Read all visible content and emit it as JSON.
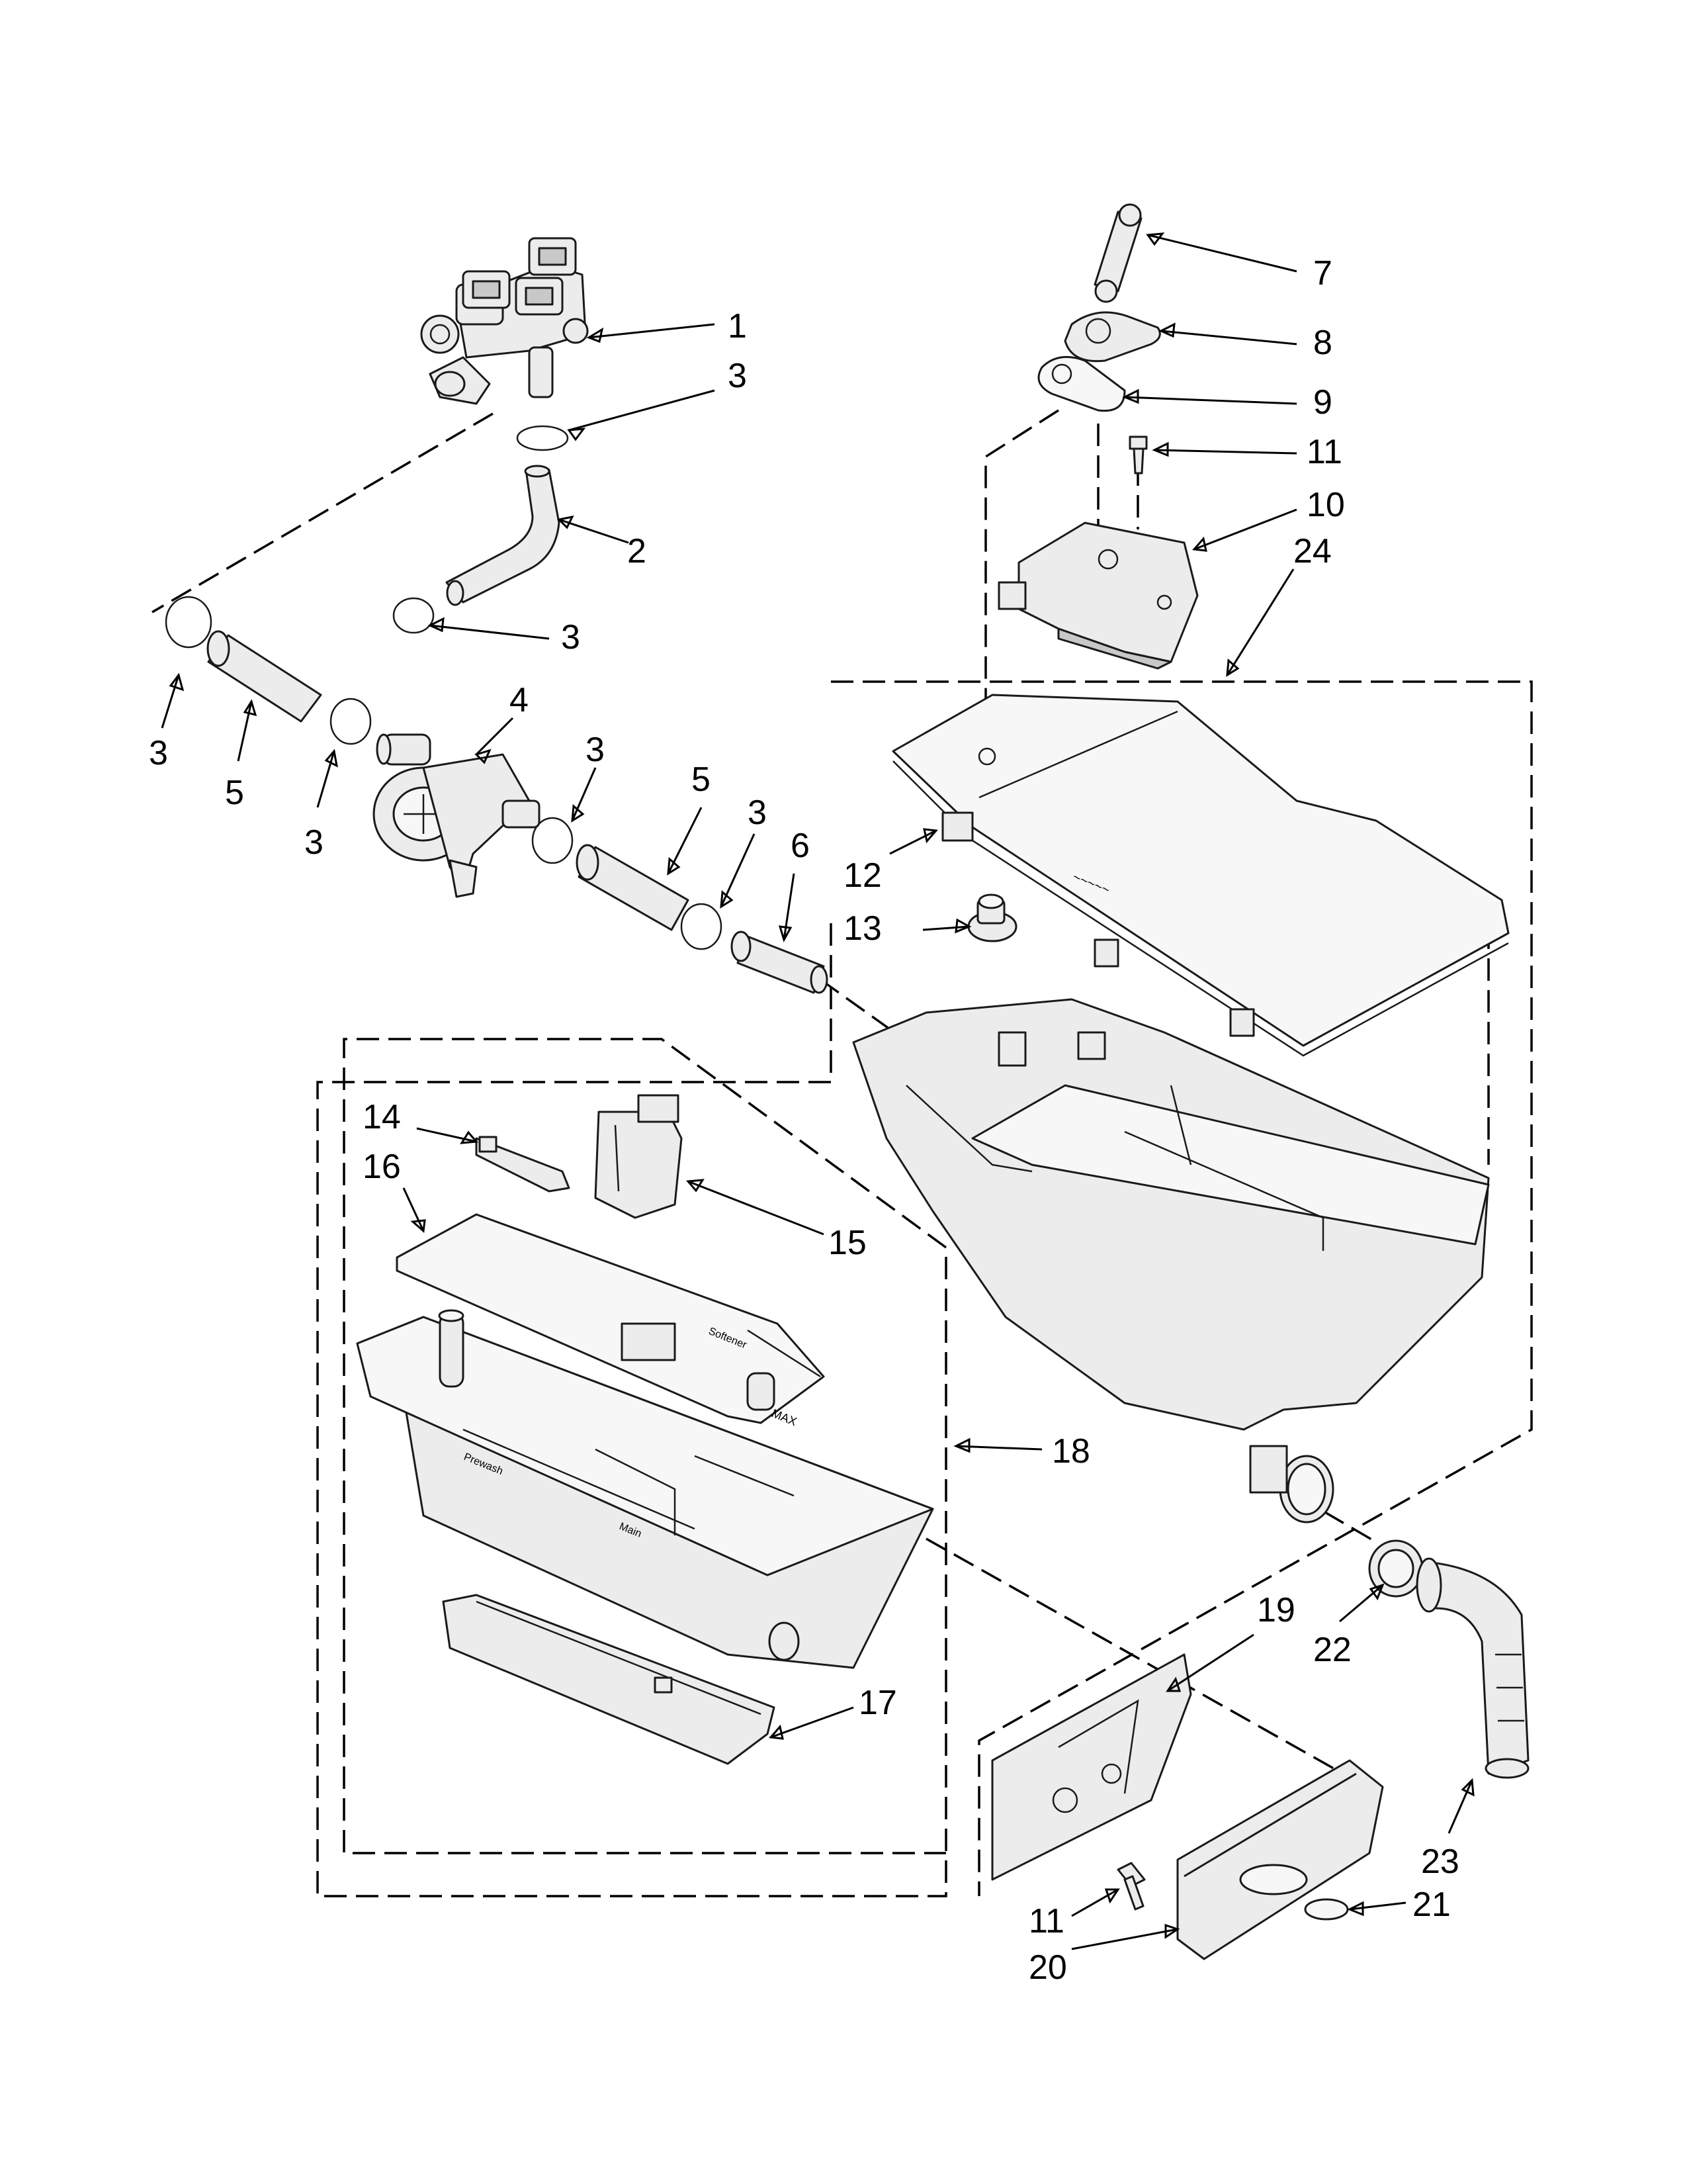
{
  "diagram": {
    "callouts": [
      {
        "id": "c1",
        "label": "1"
      },
      {
        "id": "c3a",
        "label": "3"
      },
      {
        "id": "c2",
        "label": "2"
      },
      {
        "id": "c3b",
        "label": "3"
      },
      {
        "id": "c3c",
        "label": "3"
      },
      {
        "id": "c5a",
        "label": "5"
      },
      {
        "id": "c3d",
        "label": "3"
      },
      {
        "id": "c4",
        "label": "4"
      },
      {
        "id": "c3e",
        "label": "3"
      },
      {
        "id": "c5b",
        "label": "5"
      },
      {
        "id": "c3f",
        "label": "3"
      },
      {
        "id": "c6",
        "label": "6"
      },
      {
        "id": "c7",
        "label": "7"
      },
      {
        "id": "c8",
        "label": "8"
      },
      {
        "id": "c9",
        "label": "9"
      },
      {
        "id": "c11a",
        "label": "11"
      },
      {
        "id": "c10",
        "label": "10"
      },
      {
        "id": "c24",
        "label": "24"
      },
      {
        "id": "c12",
        "label": "12"
      },
      {
        "id": "c13",
        "label": "13"
      },
      {
        "id": "c14",
        "label": "14"
      },
      {
        "id": "c16",
        "label": "16"
      },
      {
        "id": "c15",
        "label": "15"
      },
      {
        "id": "c18",
        "label": "18"
      },
      {
        "id": "c17",
        "label": "17"
      },
      {
        "id": "c19",
        "label": "19"
      },
      {
        "id": "c22",
        "label": "22"
      },
      {
        "id": "c23",
        "label": "23"
      },
      {
        "id": "c11b",
        "label": "11"
      },
      {
        "id": "c21",
        "label": "21"
      },
      {
        "id": "c20",
        "label": "20"
      }
    ],
    "embossed_text": {
      "max": "MAX",
      "softener": "Softener",
      "prewash": "Prewash",
      "main": "Main"
    },
    "colors": {
      "line": "#1a1a1a",
      "part_fill": "#ececec",
      "shade_fill": "#c8c8c8",
      "background": "#ffffff"
    }
  }
}
